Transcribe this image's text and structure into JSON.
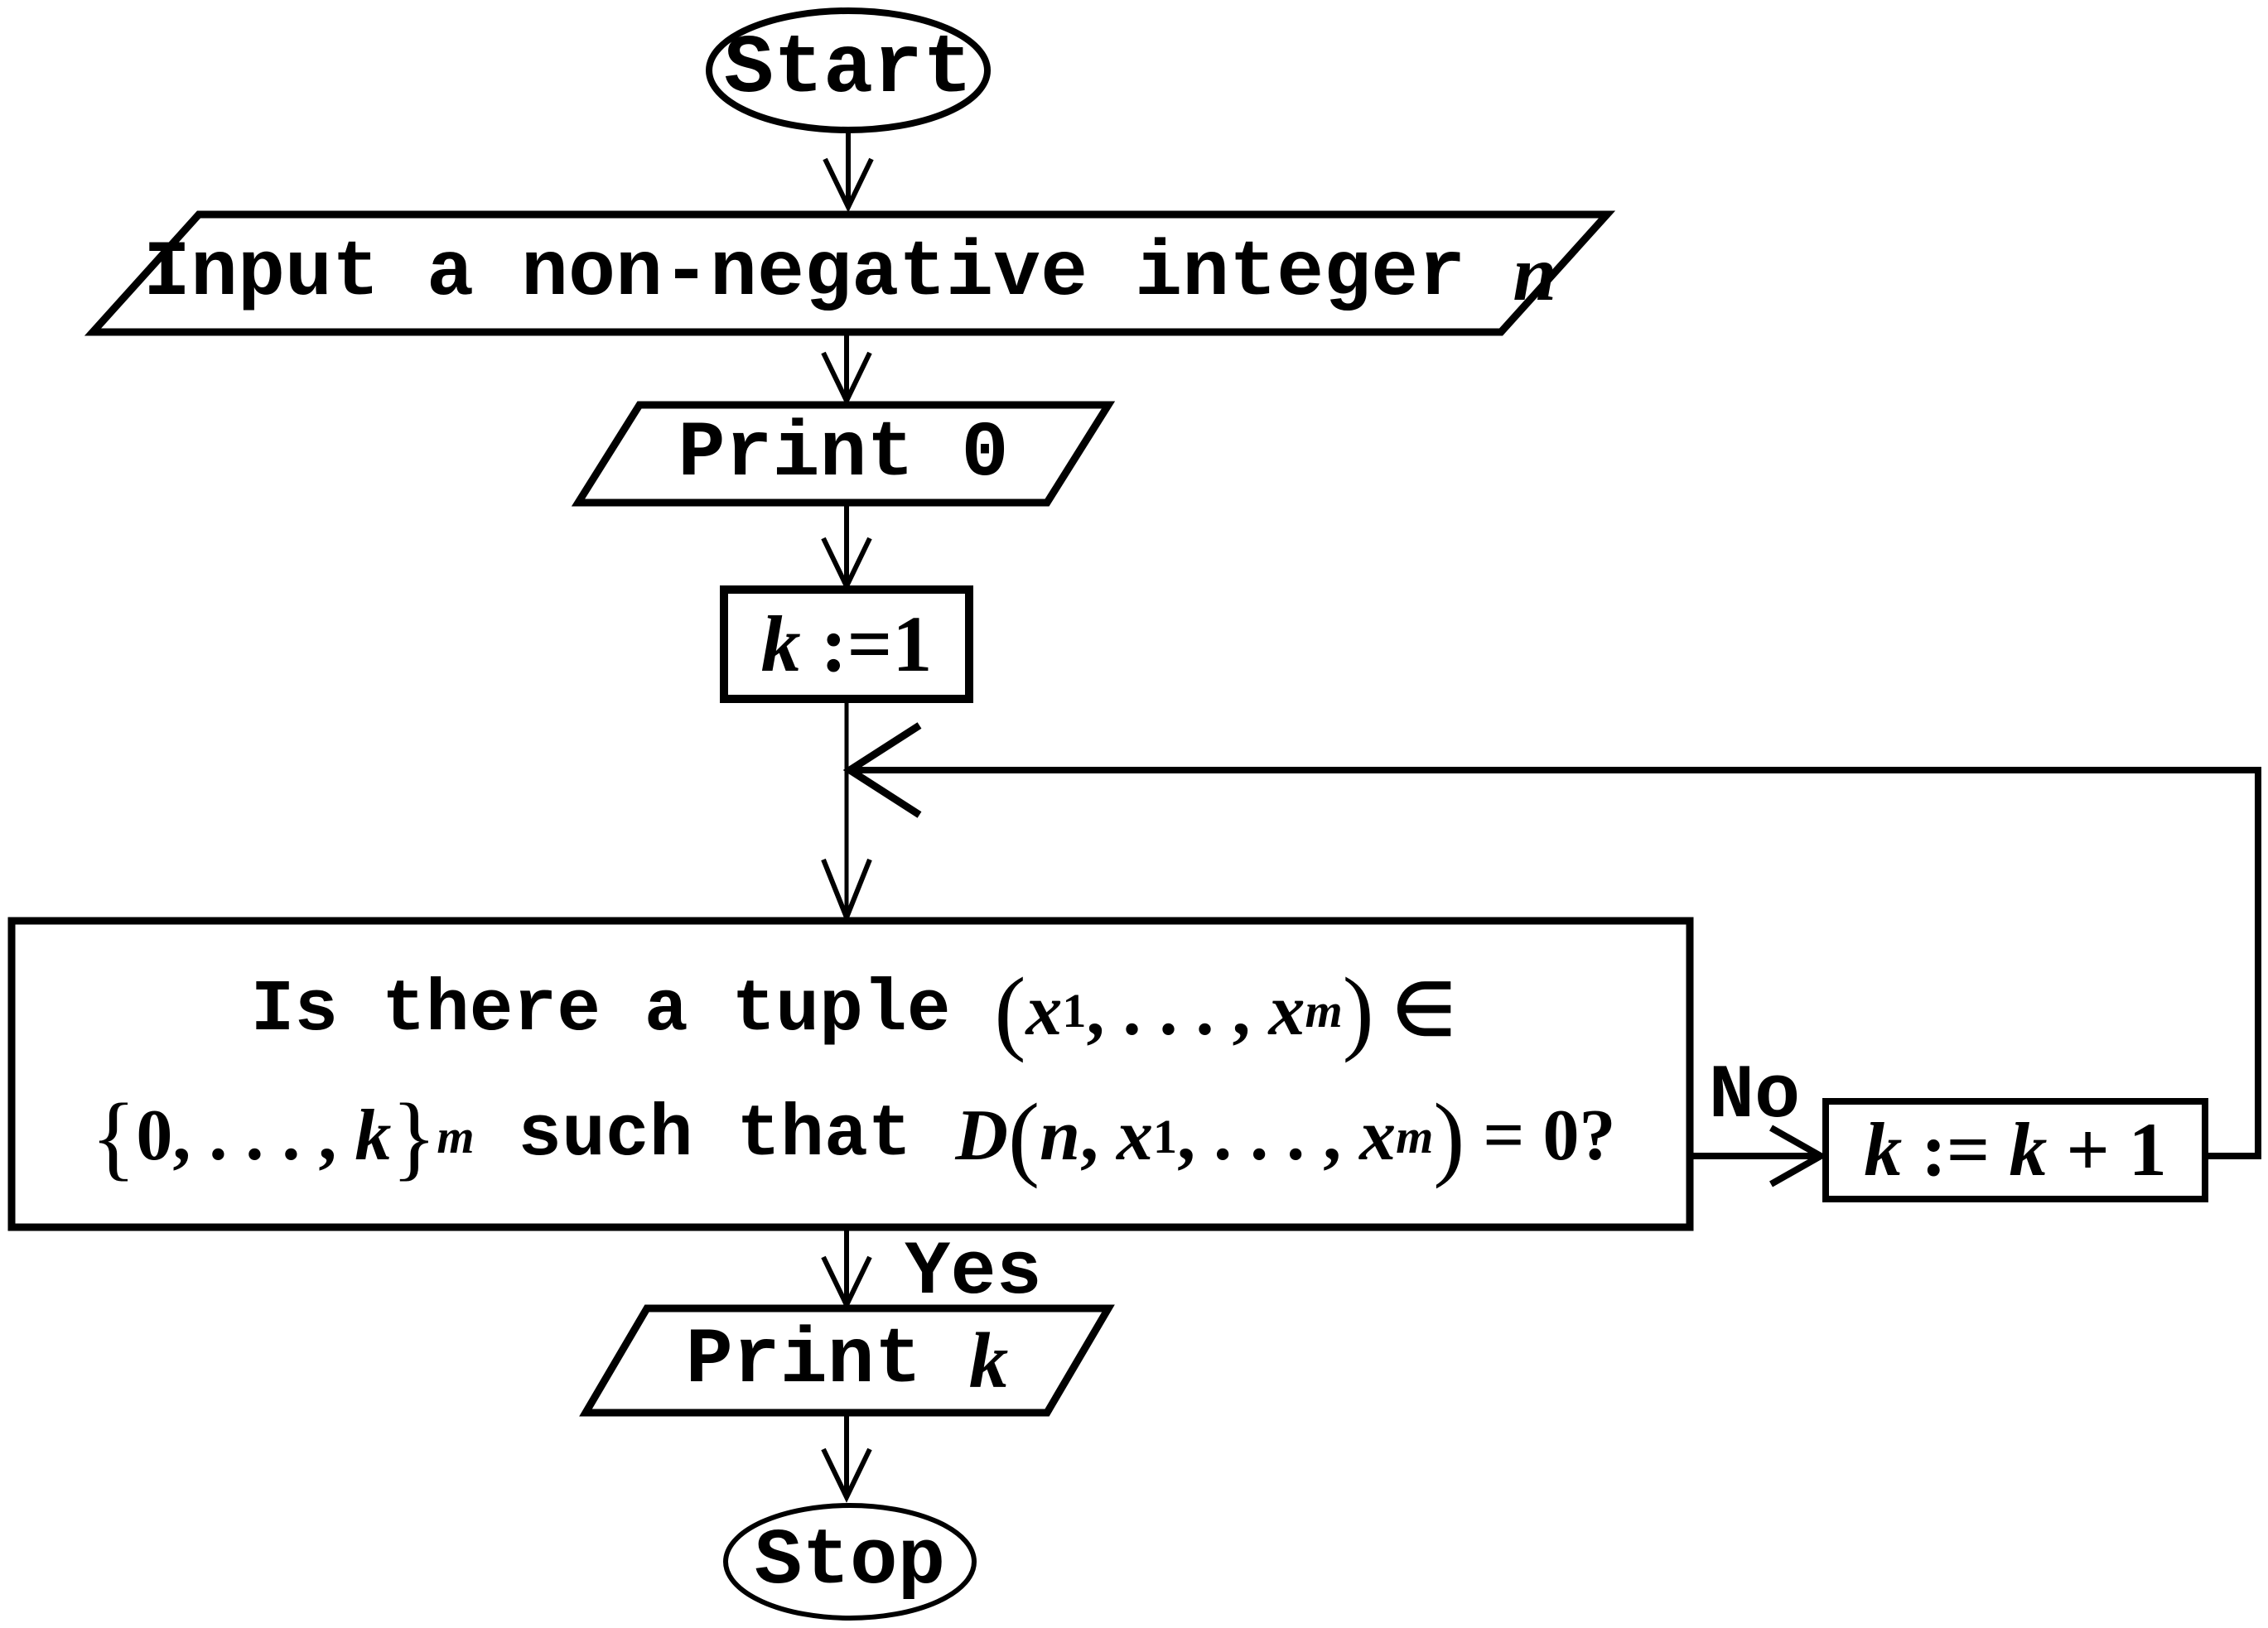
{
  "colors": {
    "ink": "#000000",
    "background": "#ffffff"
  },
  "nodes": {
    "start": {
      "label": "Start"
    },
    "input": {
      "text": "Input a non-negative integer ",
      "var": "n"
    },
    "print0": {
      "label": "Print 0"
    },
    "initk": {
      "segs": [
        "k",
        " :=",
        "1"
      ]
    },
    "decision": {
      "line1": [
        "Is there a tuple ",
        "(",
        "x",
        "1",
        ", . . . , ",
        "x",
        "m",
        ")",
        " ∈"
      ],
      "line2": [
        "{",
        "0, . . . , ",
        "k",
        "}",
        "m",
        " such that ",
        "D",
        "(",
        "n",
        ", ",
        "x",
        "1",
        ", . . . , ",
        "x",
        "m",
        ")",
        " = 0?"
      ]
    },
    "inck": {
      "segs": [
        "k",
        " := ",
        "k",
        " + ",
        "1"
      ]
    },
    "printk": {
      "text": "Print ",
      "var": "k"
    },
    "stop": {
      "label": "Stop"
    }
  },
  "edges": {
    "yes": "Yes",
    "no": "No"
  }
}
